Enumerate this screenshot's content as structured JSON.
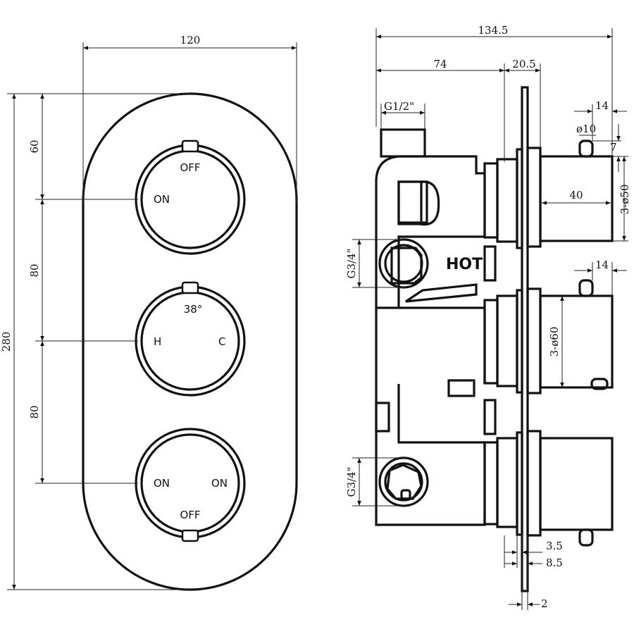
{
  "front_view": {
    "dimensions": {
      "width": "120",
      "height": "280",
      "pitch_top": "60",
      "pitch_mid": "80",
      "pitch_low": "80"
    },
    "handle_top": {
      "top": "OFF",
      "left": "ON"
    },
    "handle_mid": {
      "top": "38°",
      "left": "H",
      "right": "C"
    },
    "handle_bottom": {
      "left": "ON",
      "right": "ON",
      "bottom": "OFF"
    }
  },
  "side_view": {
    "dimensions": {
      "overall_depth": "134.5",
      "body_depth": "74",
      "plate_offset": "20.5",
      "outlet_thread": "G1/2\"",
      "inlet_thread_top": "G3/4\"",
      "inlet_thread_bottom": "G3/4\"",
      "spindle_len_top": "14",
      "spindle_len_mid": "14",
      "spindle_dia": "ø10",
      "spindle_height": "7",
      "handle_len": "40",
      "handle_dia_small": "3-ø50",
      "handle_dia_large": "3-ø60",
      "plate_gap_a": "3.5",
      "plate_gap_b": "8.5",
      "plate_thickness": "2"
    },
    "hot_label": "HOT"
  },
  "icons": [
    "dimension-arrow",
    "inlet-port",
    "handle-knob"
  ]
}
